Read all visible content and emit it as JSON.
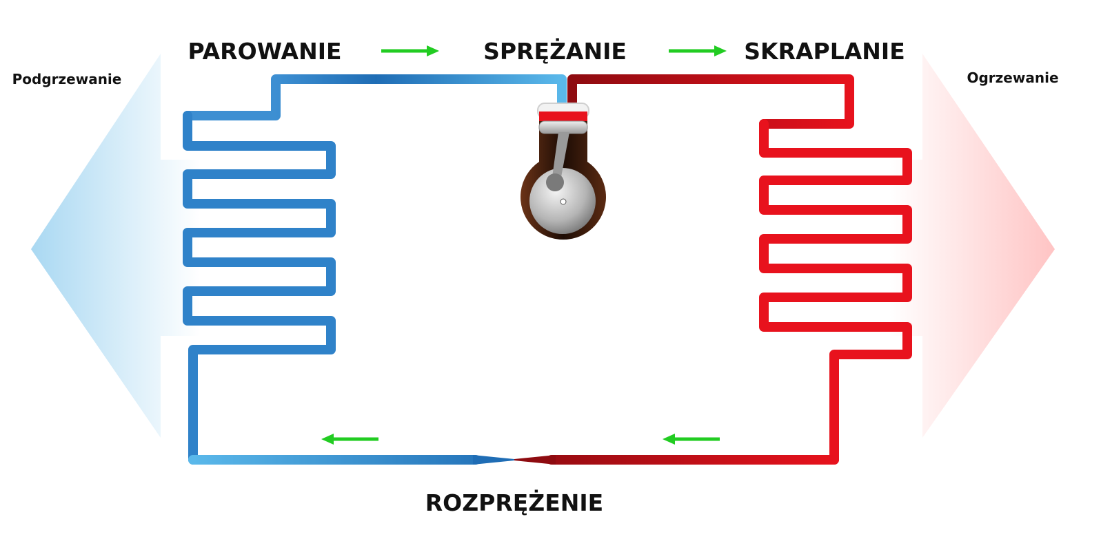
{
  "stages": {
    "evaporation": "PAROWANIE",
    "compression": "SPRĘŻANIE",
    "condensation": "SKRAPLANIE",
    "expansion": "ROZPRĘŻENIE"
  },
  "sides": {
    "left": "Podgrzewanie",
    "right": "Ogrzewanie"
  },
  "colors": {
    "cold_light": "#5ab8ea",
    "cold_dark": "#1f6db5",
    "hot_light": "#e8121d",
    "hot_dark": "#8e0b10",
    "flow_arrow": "#22cc22",
    "heat_in_fill": "#a9d8f2",
    "heat_out_fill": "#ffc4c4",
    "compressor_body": "#3a1a0c"
  }
}
